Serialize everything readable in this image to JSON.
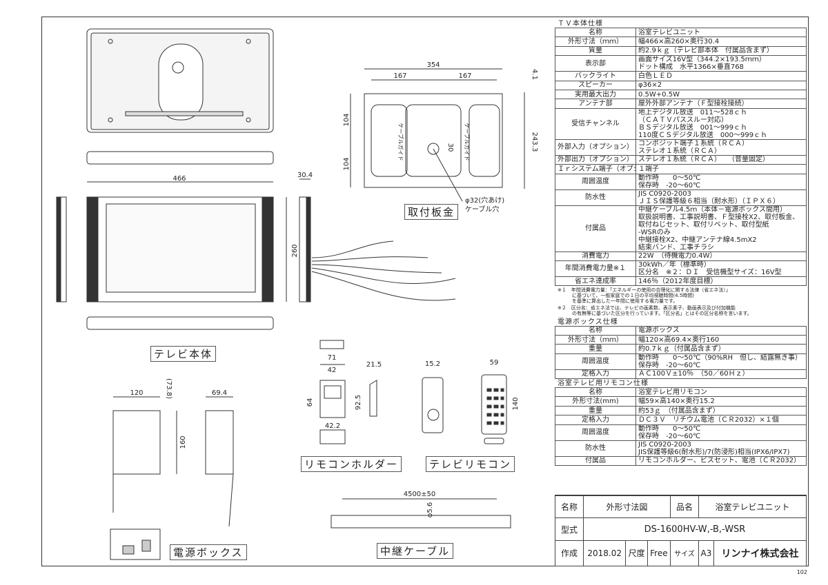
{
  "tv_spec": {
    "section_title": "ＴＶ本体仕様",
    "rows": [
      {
        "k": "名称",
        "v": "浴室テレビユニット"
      },
      {
        "k": "外形寸法（ｍｍ）",
        "v": "幅466×高260×奥行30.4"
      },
      {
        "k": "質量",
        "v": "約2.9ｋｇ（テレビ部本体　付属品含まず）"
      },
      {
        "k": "表示部",
        "v": "画面サイズ16V型（344.2×193.5ｍｍ）\nドット構成　水平1366×垂直768"
      },
      {
        "k": "バックライト",
        "v": "白色ＬＥＤ"
      },
      {
        "k": "スピーカー",
        "v": "φ36×2"
      },
      {
        "k": "実用最大出力",
        "v": "0.5W+0.5W"
      },
      {
        "k": "アンテナ部",
        "v": "屋外外部アンテナ（Ｆ型接栓接続）"
      },
      {
        "k": "受信チャンネル",
        "v": "地上デジタル放送　011～528ｃｈ\n（ＣＡＴＶパススルー対応）\nＢＳデジタル放送　001～999ｃｈ\n110度ＣＳデジタル放送　000～999ｃｈ"
      },
      {
        "k": "外部入力（オプション）",
        "v": "コンポジット端子１系統（ＲＣＡ）\nステレオ１系統（ＲＣＡ）"
      },
      {
        "k": "外部出力（オプション）",
        "v": "ステレオ１系統（ＲＣＡ）　　（音量固定）"
      },
      {
        "k": "Ｉｒシステム端子（オプション）",
        "v": "１端子"
      },
      {
        "k": "周囲温度",
        "v": "動作時　　0～50℃\n保存時　-20～60℃"
      },
      {
        "k": "防水性",
        "v": "JIS C0920-2003\nＪＩＳ保護等級６相当（耐水形）（ＩＰＸ６）"
      },
      {
        "k": "付属品",
        "v": "中継ケーブル4.5ｍ（本体－電源ボックス間用）\n取扱説明書、工事説明書、Ｆ型接栓X2、取付板金、\n取付ねじセット、取付リベット、取付型紙\n-WSRのみ\n中継接栓X2、中継アンテナ線4.5mX2\n結束バンド、工事チラシ"
      },
      {
        "k": "消費電力",
        "v": "22W　（待機電力0.4W）"
      },
      {
        "k": "年間消費電力量※１",
        "v": "30kWh／年（標準時）\n区分名　※２：ＤＩ　受信機型サイズ：16V型"
      },
      {
        "k": "省エネ達成率",
        "v": "146％（2012年度目標）"
      }
    ],
    "note1": "※１　年間消費電力量：「エネルギーの使用の合理化に関する法律（省エネ法）」\n　　　に基づいて、一般家庭での１日の平均視聴時間(4.5時間)\n　　　を基準に算出した一年間に使用する電力量です。",
    "note2": "※２　区分名：省エネ法では、テレビの画素数、表示素子、動画表示及び付加機能\n　　　の有無等に基づいた区分を行っています。「区分名」とはその区分名称を言います。"
  },
  "psu_spec": {
    "section_title": "電源ボックス仕様",
    "rows": [
      {
        "k": "名称",
        "v": "電源ボックス"
      },
      {
        "k": "外形寸法（ｍｍ）",
        "v": "幅120×高69.4×奥行160"
      },
      {
        "k": "重量",
        "v": "約0.7ｋｇ（付属品含まず）"
      },
      {
        "k": "周囲温度",
        "v": "動作時　　0～50℃（90%RH　但し、結露無き事）\n保存時　-20～60℃"
      },
      {
        "k": "定格入力",
        "v": "ＡＣ100Ｖ±10％　（50／60Ｈｚ）"
      }
    ]
  },
  "remote_spec": {
    "section_title": "浴室テレビ用リモコン仕様",
    "rows": [
      {
        "k": "名称",
        "v": "浴室テレビ用リモコン"
      },
      {
        "k": "外形寸法(mm)",
        "v": "幅59×高140×奥行15.2"
      },
      {
        "k": "重量",
        "v": "約53ｇ　（付属品含まず）"
      },
      {
        "k": "定格入力",
        "v": "ＤＣ３Ｖ　リチウム電池（ＣＲ2032）×１個"
      },
      {
        "k": "周囲温度",
        "v": "動作時　　0～50℃\n保存時　-20～60℃"
      },
      {
        "k": "防水性",
        "v": "JIS C0920-2003\nJIS保護等級6(耐水形)/7(防浸形)相当(IPX6/IPX7)"
      },
      {
        "k": "付属品",
        "v": "リモコンホルダー、ビスセット、電池（ＣＲ2032）"
      }
    ]
  },
  "title_block": {
    "name_label": "名称",
    "name_value": "外形寸法図",
    "product_label": "品名",
    "product_value": "浴室テレビユニット",
    "model_label": "型式",
    "model_value": "DS-1600HV-W,-B,-WSR",
    "made_label": "作成",
    "made_value": "2018.02",
    "scale_label": "尺度",
    "scale_value": "Free",
    "size_label": "サイズ",
    "size_value": "A3",
    "company": "リンナイ株式会社"
  },
  "page_no": "102",
  "views": {
    "tv": "テレビ本体",
    "plate": "取付板金",
    "psu": "電源ボックス",
    "holder": "リモコンホルダー",
    "remote": "テレビリモコン",
    "cable": "中継ケーブル"
  },
  "dims": {
    "tv_w": "466",
    "tv_h": "260",
    "tv_d": "30.4",
    "pl_w": "354",
    "pl_a": "167",
    "pl_b": "167",
    "pl_h": "243.3",
    "pl_t": "4.1",
    "pl_v1": "104",
    "pl_v2": "104",
    "pl_c": "30",
    "pl_hole": "φ32(穴あけ)",
    "pl_hole2": "ケーブル穴",
    "pl_cg": "ケーブルガイド",
    "psu_w": "120",
    "psu_h": "160",
    "psu_p": "(73.8)",
    "psu_d": "69.4",
    "hd_w": "71",
    "hd_i": "42",
    "hd_s": "21.5",
    "hd_h": "64",
    "hd_h2": "92.5",
    "hd_b": "42.2",
    "rm_d": "15.2",
    "rm_w": "59",
    "rm_h": "140",
    "cb_l": "4500±50",
    "cb_d": "φ5.6"
  }
}
